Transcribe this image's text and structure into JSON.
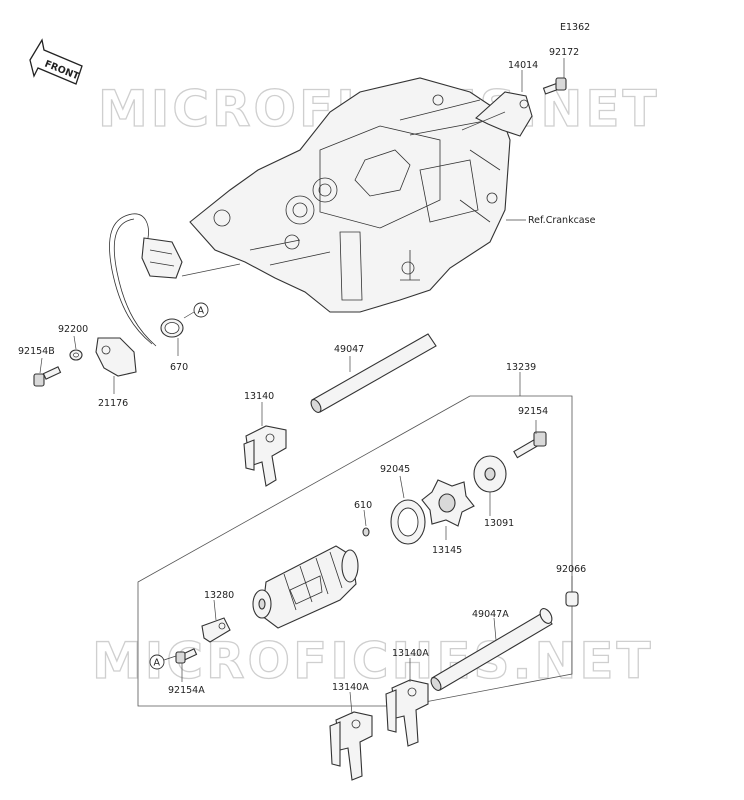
{
  "diagram_code": "E1362",
  "front_label": "FRONT",
  "watermark": "MICROFICHES.NET",
  "ref_crankcase": "Ref.Crankcase",
  "callout_a": "A",
  "parts": {
    "p92172": "92172",
    "p14014": "14014",
    "p92200": "92200",
    "p92154B": "92154B",
    "p21176": "21176",
    "p670": "670",
    "p49047": "49047",
    "p13239": "13239",
    "p13140": "13140",
    "p92154": "92154",
    "p92045": "92045",
    "p610": "610",
    "p13091": "13091",
    "p13145": "13145",
    "p92066": "92066",
    "p13280": "13280",
    "p49047A": "49047A",
    "p13140A_upper": "13140A",
    "p13140A_lower": "13140A",
    "p92154A": "92154A"
  }
}
